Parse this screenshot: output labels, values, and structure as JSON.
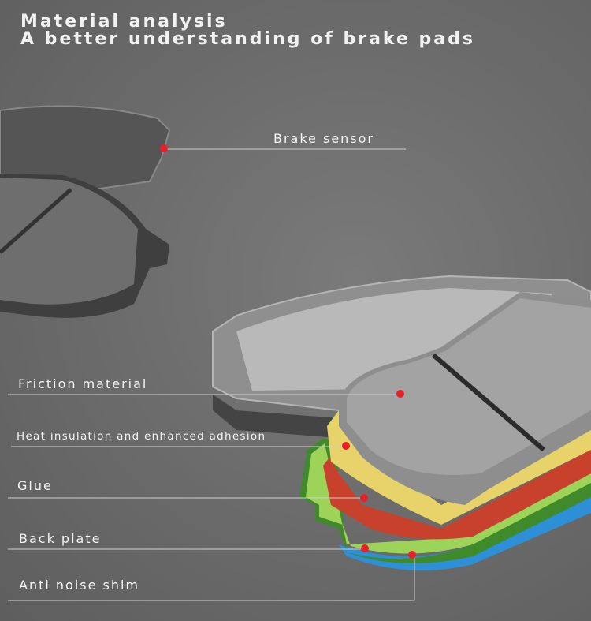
{
  "header": {
    "title": "Material analysis",
    "subtitle": "A better understanding of brake pads"
  },
  "labels": {
    "brake_sensor": "Brake sensor",
    "friction_material": "Friction material",
    "heat_insulation": "Heat insulation and enhanced adhesion",
    "glue": "Glue",
    "back_plate": "Back plate",
    "anti_noise_shim": "Anti noise shim"
  },
  "colors": {
    "marker": "#e8202a",
    "friction": "#9a9a9a",
    "insulation": "#e8d36a",
    "glue": "#c8412c",
    "back_plate": "#7cb342",
    "shim": "#2d8fd6"
  }
}
